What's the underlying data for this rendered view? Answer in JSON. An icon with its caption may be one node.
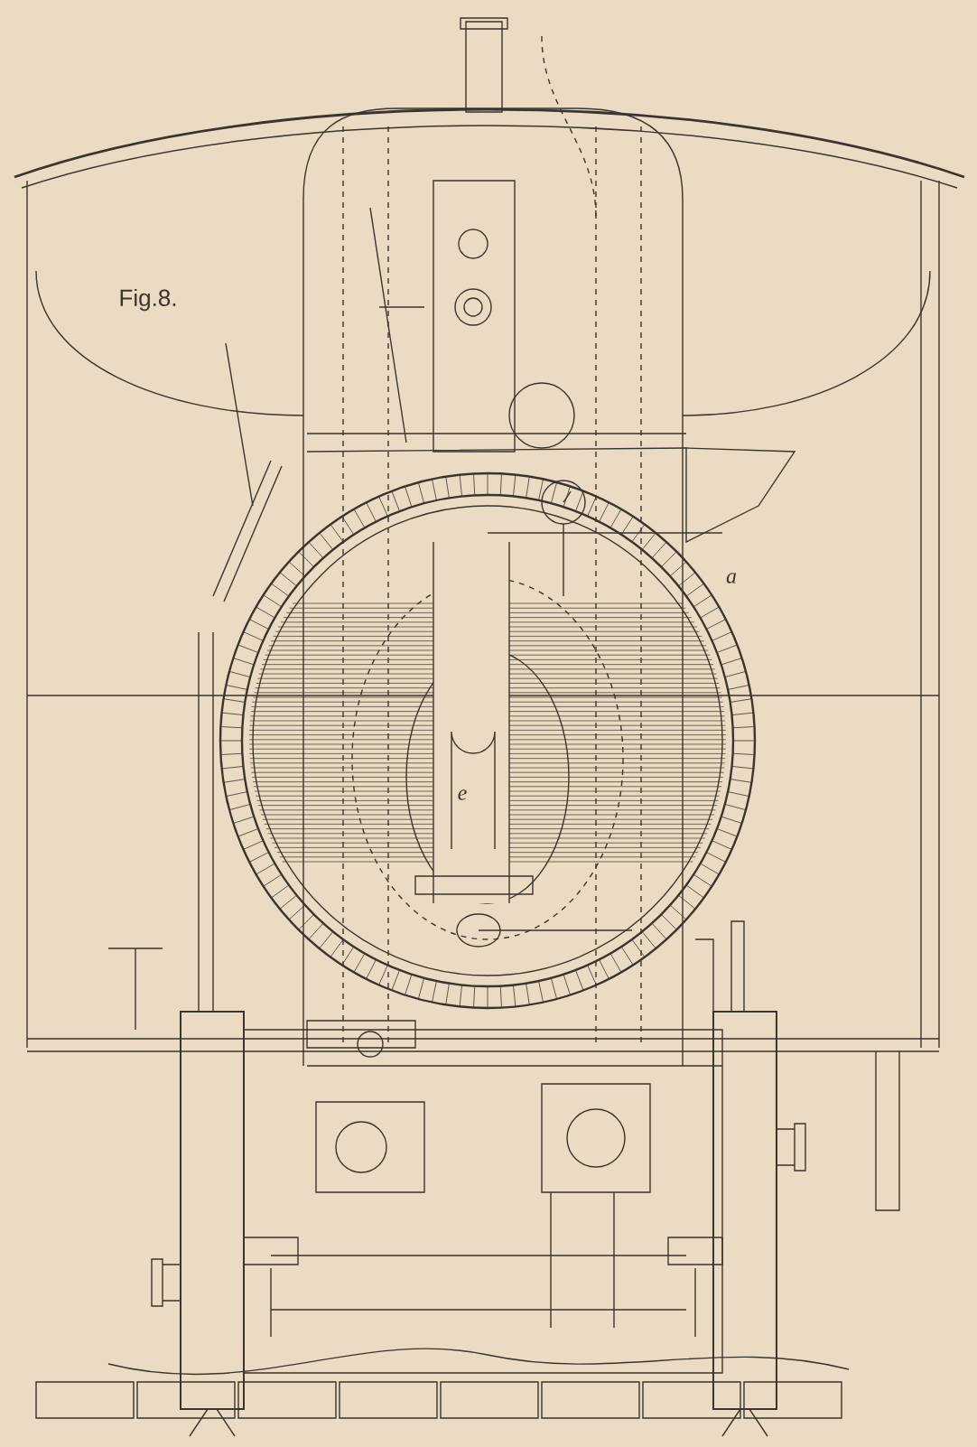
{
  "diagram": {
    "labels": [
      "Fig.8.",
      "a",
      "e"
    ]
  }
}
